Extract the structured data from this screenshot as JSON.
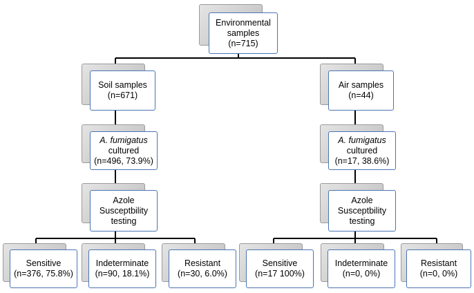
{
  "nodes": {
    "environmental": {
      "lines": [
        "Environmental",
        "samples",
        "(n=715)"
      ]
    },
    "soil": {
      "lines": [
        "Soil samples",
        "(n=671)"
      ]
    },
    "air": {
      "lines": [
        "Air samples",
        "(n=44)"
      ]
    },
    "soil_cultured": {
      "species": "A. fumigatus",
      "lines": [
        "cultured",
        "(n=496, 73.9%)"
      ]
    },
    "air_cultured": {
      "species": "A. fumigatus",
      "lines": [
        "cultured",
        "(n=17, 38.6%)"
      ]
    },
    "soil_testing": {
      "lines": [
        "Azole",
        "Susceptbility",
        "testing"
      ]
    },
    "air_testing": {
      "lines": [
        "Azole",
        "Susceptbility",
        "testing"
      ]
    },
    "soil_sensitive": {
      "lines": [
        "Sensitive",
        "(n=376,  75.8%)"
      ]
    },
    "soil_indeterminate": {
      "lines": [
        "Indeterminate",
        "(n=90, 18.1%)"
      ]
    },
    "soil_resistant": {
      "lines": [
        "Resistant",
        "(n=30, 6.0%)"
      ]
    },
    "air_sensitive": {
      "lines": [
        "Sensitive",
        "(n=17  100%)"
      ]
    },
    "air_indeterminate": {
      "lines": [
        "Indeterminate",
        "(n=0, 0%)"
      ]
    },
    "air_resistant": {
      "lines": [
        "Resistant",
        "(n=0, 0%)"
      ]
    }
  }
}
